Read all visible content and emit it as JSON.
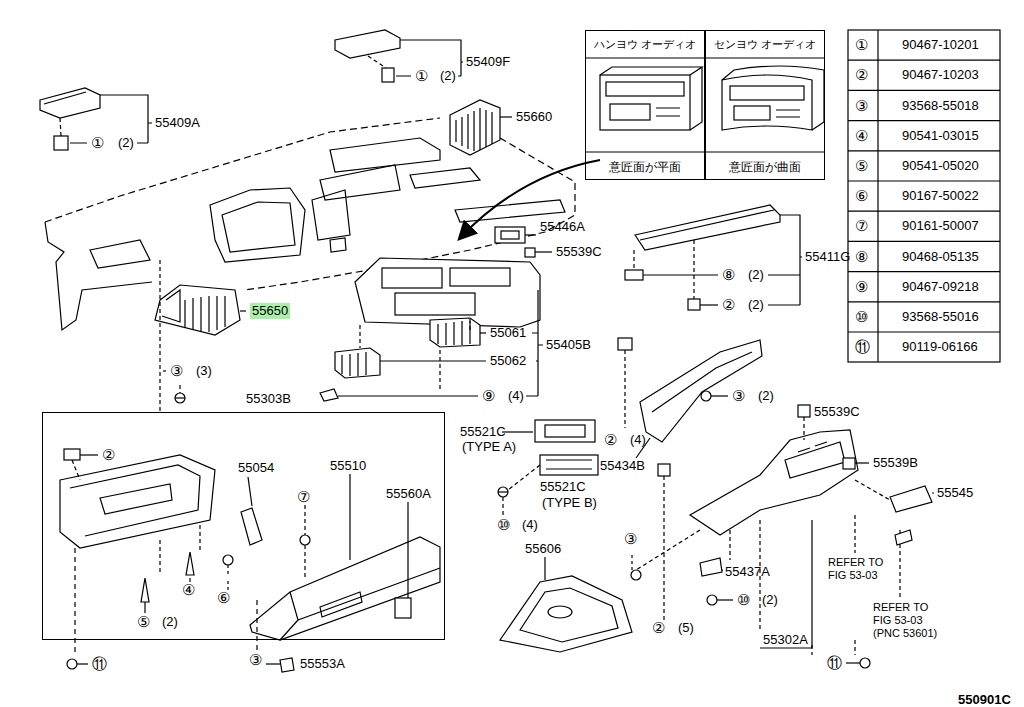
{
  "diagram": {
    "nodes": [
      {
        "text": [
          "ハンヨウ オーディオ",
          "意匠面が平面"
        ]
      },
      {
        "text": [
          "センヨウ オーディオ",
          "意匠面が曲面"
        ]
      },
      {
        "text": [
          "55303B"
        ]
      }
    ],
    "labels": [
      "55409A",
      "①",
      "(2)",
      "55409F",
      "①",
      "(2)",
      "55660",
      "55650",
      "55446A",
      "55539C",
      "55411G",
      "⑧",
      "(2)",
      "②",
      "(2)",
      "55061",
      "55405B",
      "55062",
      "⑨",
      "(4)",
      "③",
      "(3)",
      "②",
      "55054",
      "55510",
      "55560A",
      "⑦",
      "④",
      "⑤",
      "(2)",
      "⑥",
      "⑪",
      "③",
      "55553A",
      "55521C",
      "(TYPE A)",
      "55521C",
      "(TYPE B)",
      "⑩",
      "(4)",
      "②",
      "(4)",
      "55434B",
      "③",
      "(2)",
      "55539C",
      "55539B",
      "55545",
      "REFER TO",
      "FIG 53-03",
      "REFER TO",
      "FIG 53-03",
      "(PNC 53601)",
      "55606",
      "③",
      "55437A",
      "⑩",
      "(2)",
      "②",
      "(5)",
      "55302A",
      "⑪",
      "550901C",
      "①",
      "90467-10201",
      "②",
      "90467-10203",
      "③",
      "93568-55018",
      "④",
      "90541-03015",
      "⑤",
      "90541-05020",
      "⑥",
      "90167-50022",
      "⑦",
      "90161-50007",
      "⑧",
      "90468-05135",
      "⑨",
      "90467-09218",
      "⑩",
      "93568-55016",
      "⑪",
      "90119-06166"
    ]
  }
}
